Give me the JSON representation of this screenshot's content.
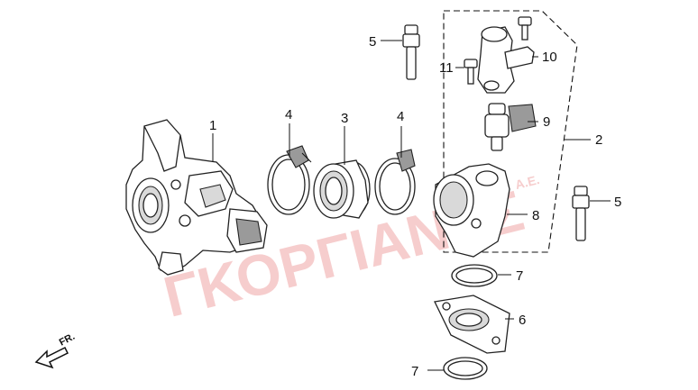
{
  "watermark": {
    "text": "ΓΚΟΡΓΙΑΝΗΣ",
    "suffix": "A.E."
  },
  "direction": {
    "label": "FR.",
    "icon": "arrow-forward-icon"
  },
  "callouts": {
    "c1": "1",
    "c2": "2",
    "c3": "3",
    "c4a": "4",
    "c4b": "4",
    "c5a": "5",
    "c5b": "5",
    "c6": "6",
    "c7a": "7",
    "c7b": "7",
    "c8": "8",
    "c9": "9",
    "c10": "10",
    "c11": "11"
  },
  "colors": {
    "line": "#222222",
    "watermark": "#f0a6a6",
    "shade": "#d9d9d9"
  }
}
